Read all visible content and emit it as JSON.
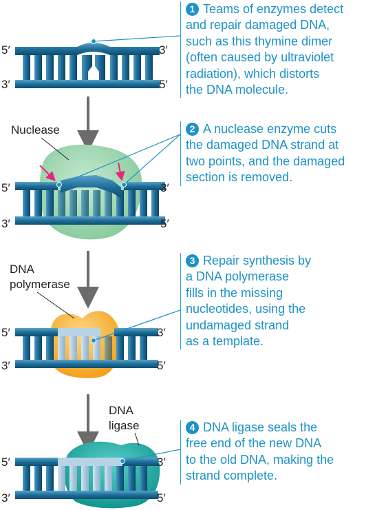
{
  "ends": {
    "top_left": "5′",
    "top_right": "3′",
    "bottom_left": "3′",
    "bottom_right": "5′"
  },
  "enzymes": {
    "nuclease": [
      "Nuclease"
    ],
    "polymerase": [
      "DNA",
      "polymerase"
    ],
    "ligase": [
      "DNA",
      "ligase"
    ]
  },
  "steps": [
    {
      "number": "1",
      "lines": [
        "Teams of enzymes detect",
        "and repair damaged DNA,",
        "such as this thymine dimer",
        "(often caused by ultraviolet",
        "radiation), which distorts",
        "the DNA molecule."
      ]
    },
    {
      "number": "2",
      "lines": [
        "A nuclease enzyme cuts",
        "the damaged DNA strand at",
        "two points, and the damaged",
        "section is removed."
      ]
    },
    {
      "number": "3",
      "lines": [
        "Repair synthesis by",
        "a DNA polymerase",
        "fills in the missing",
        "nucleotides, using the",
        "undamaged strand",
        "as a template."
      ]
    },
    {
      "number": "4",
      "lines": [
        "DNA ligase seals the",
        "free end of the new DNA",
        "to the old DNA, making the",
        "strand complete."
      ]
    }
  ],
  "colors": {
    "dna": "#1e6f99",
    "dna_dark": "#0c3f5c",
    "dna_light": "#6aaed0",
    "nuclease": "#9fd6b0",
    "polymerase": "#f7b43a",
    "ligase": "#27b3ad",
    "new_dna": "#b9d3e6",
    "callout": "#1d92c6",
    "arrow": "#6b6b6b",
    "cut_arrow": "#e3277c"
  }
}
